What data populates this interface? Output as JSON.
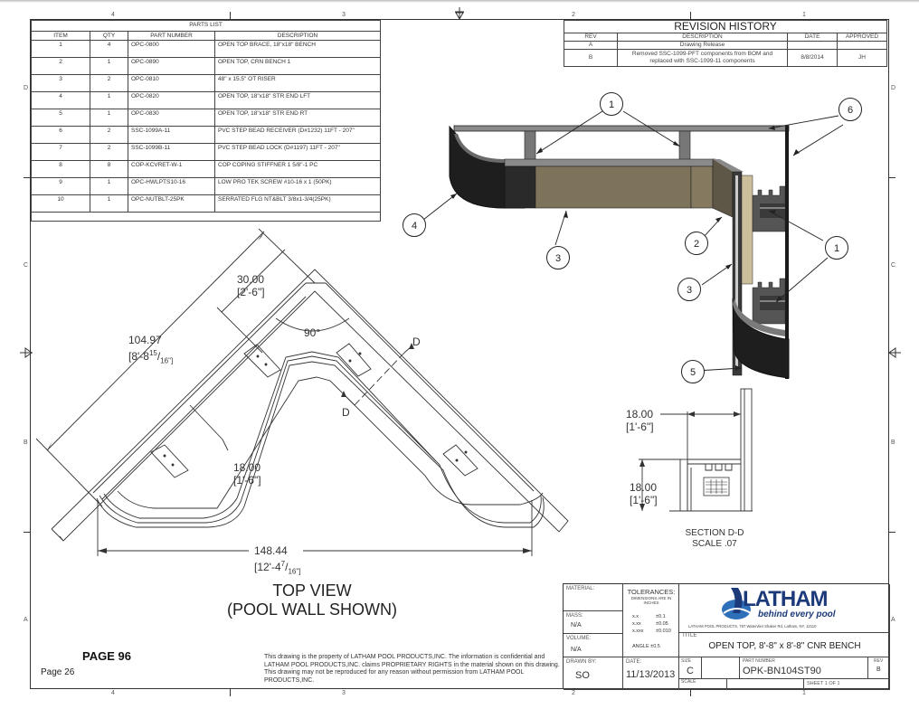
{
  "parts_list": {
    "title": "PARTS LIST",
    "headers": [
      "ITEM",
      "QTY",
      "PART NUMBER",
      "DESCRIPTION"
    ],
    "rows": [
      {
        "item": "1",
        "qty": "4",
        "part": "OPC-0800",
        "desc": "OPEN TOP BRACE, 18\"x18\" BENCH"
      },
      {
        "item": "2",
        "qty": "1",
        "part": "OPC-0890",
        "desc": "OPEN TOP, CRN BENCH 1"
      },
      {
        "item": "3",
        "qty": "2",
        "part": "OPC-0810",
        "desc": "48\" x 15.5\" OT RISER"
      },
      {
        "item": "4",
        "qty": "1",
        "part": "OPC-0820",
        "desc": "OPEN TOP, 18\"x18\" STR END LFT"
      },
      {
        "item": "5",
        "qty": "1",
        "part": "OPC-0830",
        "desc": "OPEN TOP, 18\"x18\" STR END RT"
      },
      {
        "item": "6",
        "qty": "2",
        "part": "SSC-1099A-11",
        "desc": "PVC STEP BEAD RECEIVER (D#1232) 11FT - 207\""
      },
      {
        "item": "7",
        "qty": "2",
        "part": "SSC-1099B-11",
        "desc": "PVC STEP BEAD LOCK (D#1197) 11FT - 207\""
      },
      {
        "item": "8",
        "qty": "8",
        "part": "COP-KCVRET-W-1",
        "desc": "COP COPING STIFFNER 1 5/8\"-1 PC"
      },
      {
        "item": "9",
        "qty": "1",
        "part": "OPC-HWLPTS10-16",
        "desc": "LOW PRO TEK SCREW #10-16 x 1 (50PK)"
      },
      {
        "item": "10",
        "qty": "1",
        "part": "OPC-NUTBLT-25PK",
        "desc": "SERRATED FLG NT&BLT 3/8x1-3/4(25PK)"
      }
    ]
  },
  "revision_history": {
    "title": "REVISION HISTORY",
    "headers": [
      "REV",
      "DESCRIPTION",
      "DATE",
      "APPROVED"
    ],
    "rows": [
      {
        "rev": "A",
        "desc": "Drawing Release",
        "date": "",
        "approved": ""
      },
      {
        "rev": "B",
        "desc": "Removed SSC-1099-PFT components from BOM and replaced with SSC-1099-11 components",
        "date": "8/8/2014",
        "approved": "JH"
      }
    ]
  },
  "zones": {
    "columns": [
      "4",
      "3",
      "2",
      "1"
    ],
    "rows": [
      "D",
      "C",
      "B",
      "A"
    ]
  },
  "top_view": {
    "dim_30": "30.00",
    "dim_30_ft": "[2'-6\"]",
    "dim_104": "104.97",
    "dim_104_ft": "[8'-8",
    "dim_104_frac_num": "15",
    "dim_104_frac_den": "16\"]",
    "angle": "90°",
    "dim_18": "18.00",
    "dim_18_ft": "[1'-6\"]",
    "dim_148": "148.44",
    "dim_148_ft": "[12'-4",
    "dim_148_frac_num": "7",
    "dim_148_frac_den": "16\"]",
    "section_marker": "D",
    "caption_line1": "TOP VIEW",
    "caption_line2": "(POOL WALL SHOWN)"
  },
  "iso_view": {
    "callouts": [
      "1",
      "6",
      "4",
      "3",
      "2",
      "1",
      "3",
      "5"
    ],
    "colors": {
      "dark": "#1e1e1e",
      "mid": "#3a3a3a",
      "tan": "#7d735a",
      "light_tan": "#cbbf9b",
      "gray": "#8a8a8a",
      "bracket": "#6a6a6a"
    }
  },
  "section_view": {
    "dim_width": "18.00",
    "dim_width_ft": "[1'-6\"]",
    "dim_height": "18.00",
    "dim_height_ft": "[1'-6\"]",
    "caption_line1": "SECTION D-D",
    "caption_line2": "SCALE .07"
  },
  "title_block": {
    "material_label": "MATERIAL:",
    "material_value": "",
    "mass_label": "MASS:",
    "mass_value": "N/A",
    "volume_label": "VOLUME:",
    "volume_value": "N/A",
    "drawn_by_label": "DRAWN BY:",
    "drawn_by_value": "SO",
    "tolerances_title": "TOLERANCES:",
    "tolerances_sub": "DIMENSIONS ARE IN INCHES",
    "tol_rows": [
      {
        "k": "x.x",
        "v": "±0.1"
      },
      {
        "k": "x.xx",
        "v": "±0.05"
      },
      {
        "k": "x.xxx",
        "v": "±0.010"
      }
    ],
    "angle_tol": "ANGLE  ±0.5",
    "date_label": "DATE:",
    "date_value": "11/13/2013",
    "logo_text": "LATHAM",
    "logo_tagline": "behind every pool",
    "company_address": "LATHAM POOL PRODUCTS, 787 Watervliet Shaker Rd, Latham, NY, 12110",
    "title_label": "TITLE",
    "title_value": "OPEN TOP, 8'-8\" x 8'-8\" CNR BENCH",
    "size_label": "SIZE",
    "size_value": "C",
    "part_number_label": "PART NUMBER",
    "part_number_value": "OPK-BN104ST90",
    "rev_label": "REV",
    "rev_value": "B",
    "scale_label": "SCALE",
    "sheet_text": "SHEET 1  OF 1"
  },
  "footer": {
    "page_big": "PAGE 96",
    "page_small": "Page 26",
    "notice": "This drawing is the property of LATHAM POOL PRODUCTS,INC. The information is confidential and LATHAM POOL PRODUCTS,INC. claims PROPRIETARY RIGHTS in the material shown on this drawing. This drawing may not be reproduced for any reason without permission from LATHAM POOL PRODUCTS,INC."
  }
}
